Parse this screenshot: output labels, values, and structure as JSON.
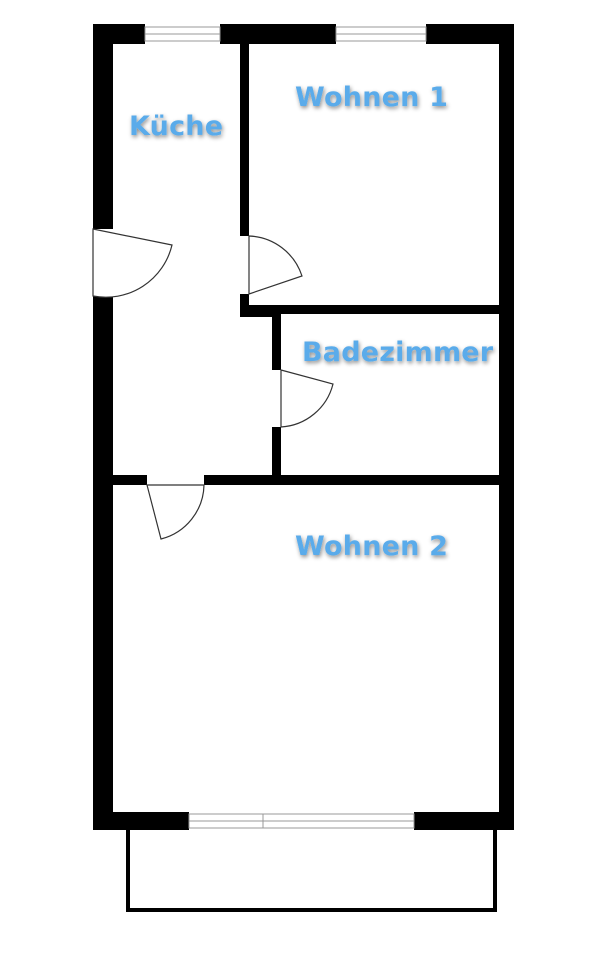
{
  "rooms": {
    "kueche": "Küche",
    "wohnen1": "Wohnen 1",
    "badezimmer": "Badezimmer",
    "wohnen2": "Wohnen 2"
  },
  "colors": {
    "wall": "#000000",
    "label": "#5aabea",
    "background": "#ffffff",
    "window_frame": "#999999"
  }
}
